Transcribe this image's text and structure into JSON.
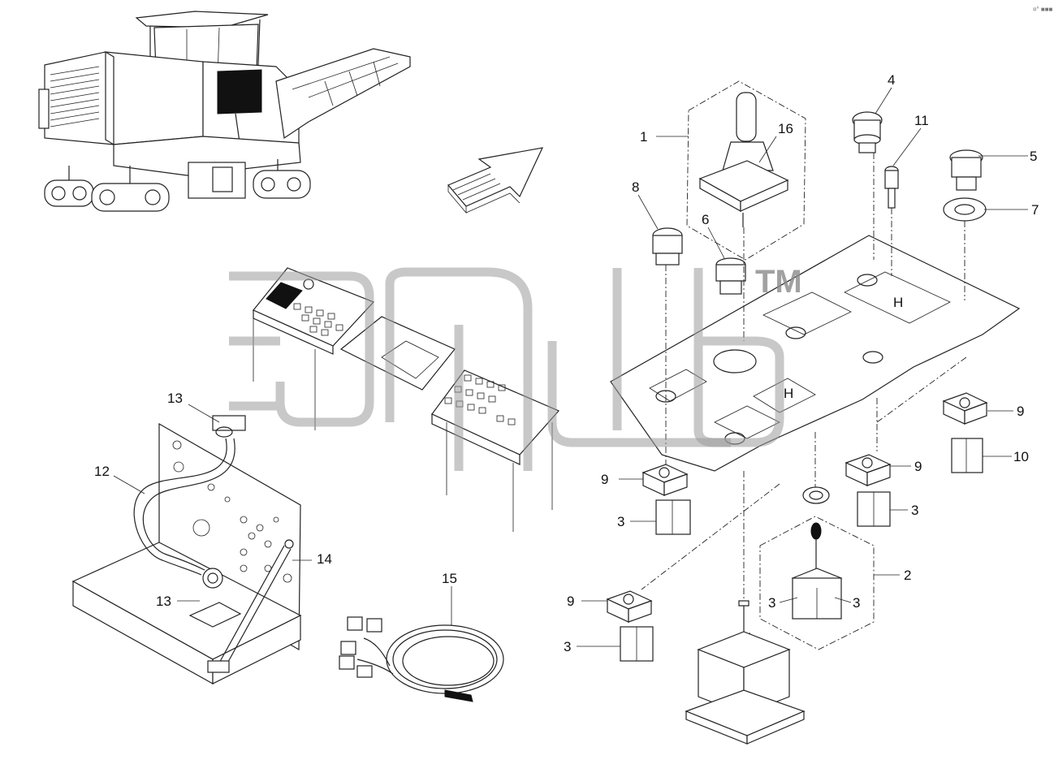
{
  "corner_mark": "¤° ■■■",
  "watermark": {
    "trademark": "TM"
  },
  "callouts": [
    {
      "id": "c1",
      "text": "1"
    },
    {
      "id": "c2",
      "text": "2"
    },
    {
      "id": "c3a",
      "text": "3"
    },
    {
      "id": "c3b",
      "text": "3"
    },
    {
      "id": "c3c",
      "text": "3"
    },
    {
      "id": "c3d",
      "text": "3"
    },
    {
      "id": "c3e",
      "text": "3"
    },
    {
      "id": "c4",
      "text": "4"
    },
    {
      "id": "c5",
      "text": "5"
    },
    {
      "id": "c6",
      "text": "6"
    },
    {
      "id": "c7",
      "text": "7"
    },
    {
      "id": "c8",
      "text": "8"
    },
    {
      "id": "c9a",
      "text": "9"
    },
    {
      "id": "c9b",
      "text": "9"
    },
    {
      "id": "c9c",
      "text": "9"
    },
    {
      "id": "c9d",
      "text": "9"
    },
    {
      "id": "c10",
      "text": "10"
    },
    {
      "id": "c11",
      "text": "11"
    },
    {
      "id": "c12",
      "text": "12"
    },
    {
      "id": "c13a",
      "text": "13"
    },
    {
      "id": "c13b",
      "text": "13"
    },
    {
      "id": "c14",
      "text": "14"
    },
    {
      "id": "c15",
      "text": "15"
    },
    {
      "id": "c16",
      "text": "16"
    }
  ]
}
